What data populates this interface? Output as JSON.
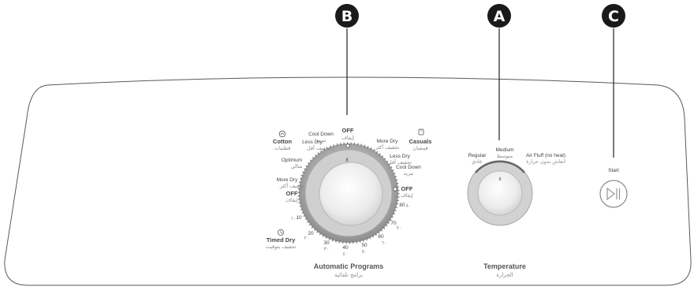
{
  "callouts": {
    "b": "B",
    "a": "A",
    "c": "C"
  },
  "program_dial": {
    "title": "Automatic Programs",
    "title_ar": "برامج تلقائية",
    "top_off": "OFF",
    "top_off_ar": "إيقاف",
    "cotton": "Cotton",
    "cotton_ar": "قطنيات",
    "casuals": "Casuals",
    "casuals_ar": "قمصان",
    "cool_down_left": "Cool Down",
    "cool_down_left_ar": "تبريد",
    "less_dry_left": "Less Dry",
    "less_dry_left_ar": "تجفيف أقل",
    "optimum": "Optimum",
    "optimum_ar": "مثالي",
    "more_dry_left": "More Dry",
    "more_dry_left_ar": "تجفيف أكثر",
    "off_left": "OFF",
    "off_left_ar": "إيقاف",
    "more_dry_right": "More Dry",
    "more_dry_right_ar": "تجفيف أكثر",
    "less_dry_right": "Less Dry",
    "less_dry_right_ar": "تجفيف أقل",
    "cool_down_right": "Cool Down",
    "cool_down_right_ar": "تبريد",
    "off_right": "OFF",
    "off_right_ar": "إيقاف",
    "timed_dry": "Timed Dry",
    "timed_dry_ar": "تجفيف بتوقيت",
    "times": [
      "10",
      "20",
      "30",
      "40",
      "50",
      "60",
      "70",
      "80"
    ],
    "times_ar": [
      "١٠",
      "٢٠",
      "٣٠",
      "٤٠",
      "٥٠",
      "٦٠",
      "٧٠",
      "٨٠"
    ]
  },
  "temperature_dial": {
    "title": "Temperature",
    "title_ar": "الحرارة",
    "regular": "Regular",
    "regular_ar": "عادي",
    "medium": "Medium",
    "medium_ar": "متوسط",
    "air_fluff": "Air Fluff (no heat)",
    "air_fluff_ar": "انعاش بدون حرارة"
  },
  "start": {
    "label": "Start"
  },
  "icons": {
    "cotton": "cotton-icon",
    "casuals": "shirt-icon",
    "timed_dry": "timer-icon",
    "start": "play-pause-icon"
  },
  "colors": {
    "callout": "#1a1a1a",
    "dial_ring": "#9a9a9a",
    "panel_stroke": "#555555"
  }
}
